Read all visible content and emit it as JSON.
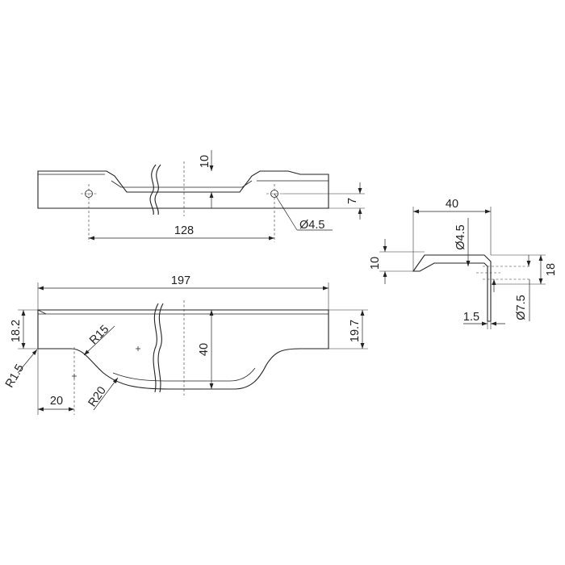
{
  "dimensions": {
    "top_height_10": "10",
    "top_offset_7": "7",
    "top_hole_spacing": "128",
    "top_hole_diameter": "Ø4.5",
    "front_length": "197",
    "front_left_height": "18.2",
    "front_right_height": "19.7",
    "front_total_height": "40",
    "front_radius_15": "R15",
    "front_radius_1_5": "R1.5",
    "front_radius_20": "R20",
    "front_offset_20": "20",
    "side_width": "40",
    "side_hole": "Ø4.5",
    "side_height_10": "10",
    "side_height_18": "18",
    "side_thickness": "1.5",
    "side_hole_7_5": "Ø7.5"
  }
}
